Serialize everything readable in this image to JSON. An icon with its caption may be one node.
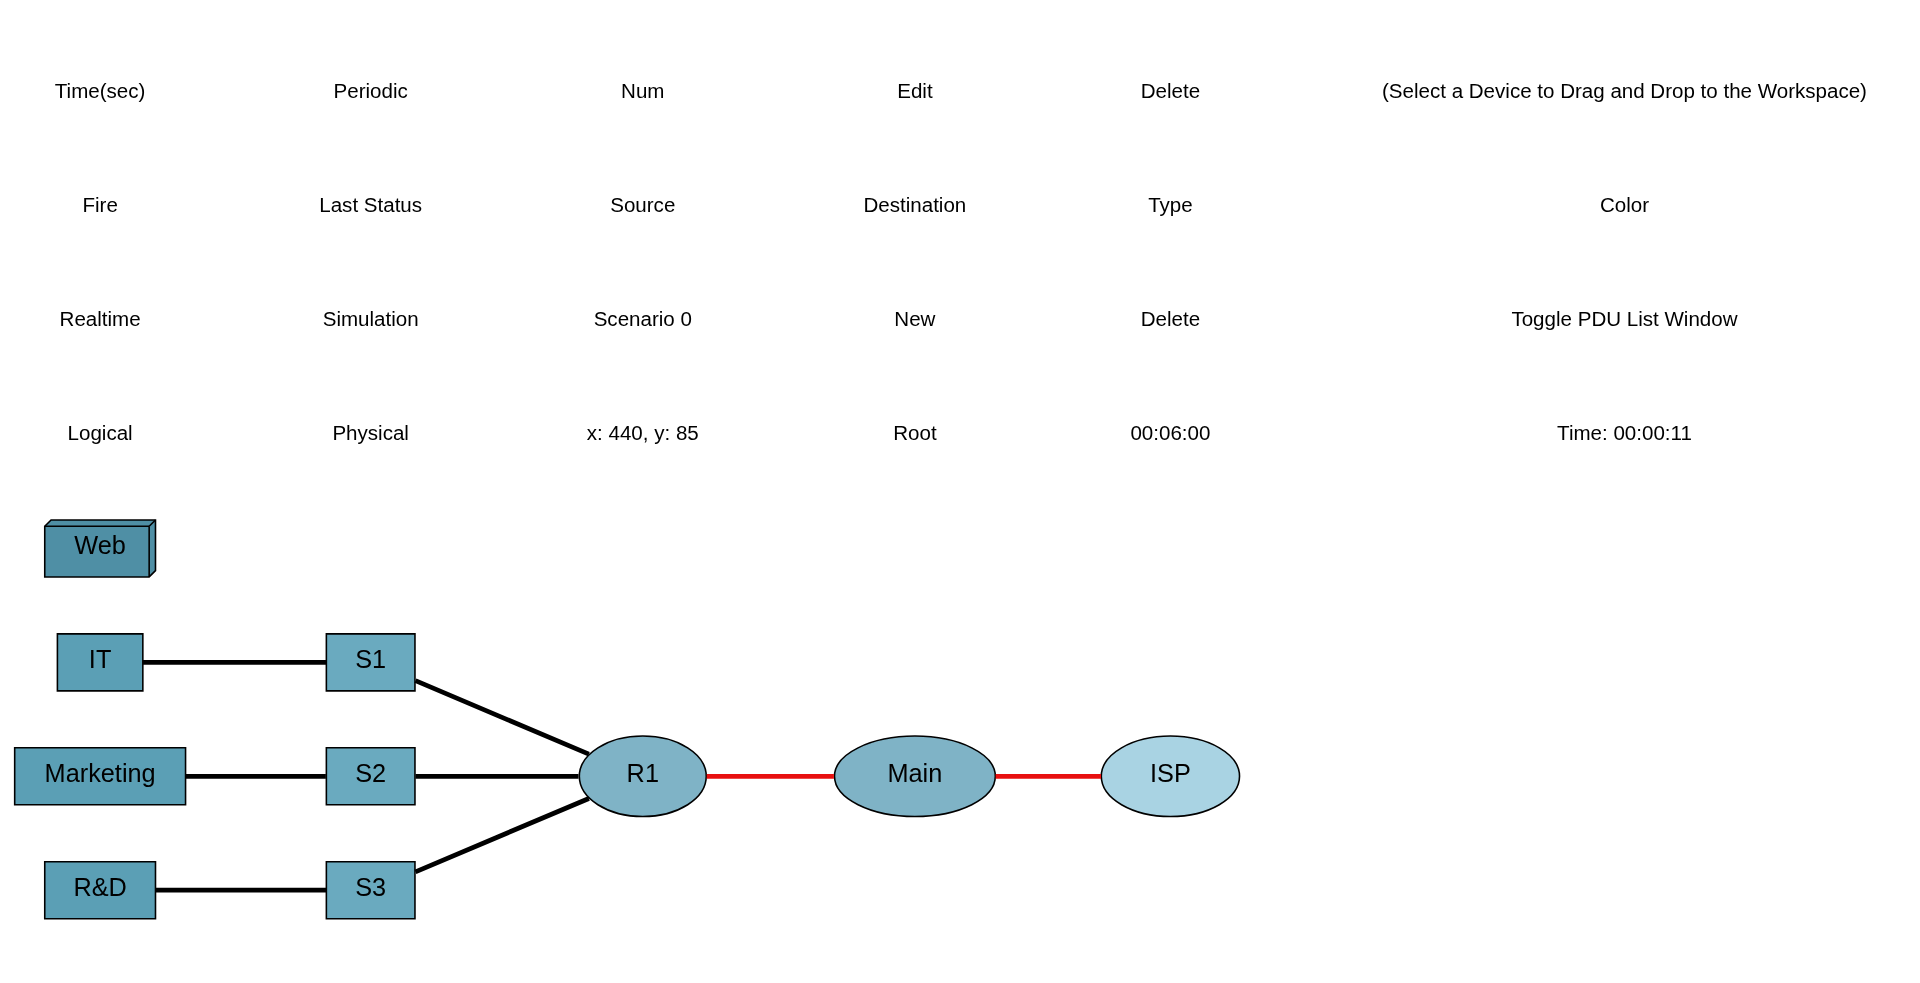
{
  "diagram": {
    "nodes": [
      {
        "text": [
          "IT"
        ]
      },
      {
        "text": [
          "S1"
        ]
      },
      {
        "text": [
          "Marketing"
        ]
      },
      {
        "text": [
          "S2"
        ]
      },
      {
        "text": [
          "R1"
        ]
      },
      {
        "text": [
          "R&D"
        ]
      },
      {
        "text": [
          "S3"
        ]
      },
      {
        "text": [
          "Main"
        ]
      },
      {
        "text": [
          "ISP"
        ]
      },
      {
        "text": [
          "Web"
        ]
      }
    ],
    "edges": [
      {
        "from": 0,
        "to": 1,
        "arrow": "none"
      },
      {
        "from": 1,
        "to": 4,
        "arrow": "none"
      },
      {
        "from": 2,
        "to": 3,
        "arrow": "none"
      },
      {
        "from": 3,
        "to": 4,
        "arrow": "none"
      },
      {
        "from": 5,
        "to": 6,
        "arrow": "none"
      },
      {
        "from": 6,
        "to": 4,
        "arrow": "none"
      },
      {
        "from": 4,
        "to": 7,
        "arrow": "none",
        "color": "#e81010"
      },
      {
        "from": 7,
        "to": 8,
        "arrow": "none",
        "color": "#e81010"
      }
    ],
    "labels": [
      "Logical",
      "Physical",
      "x: 440, y: 85",
      "Root",
      "00:06:00",
      "Time: 00:00:11",
      "Realtime",
      "Simulation",
      "Scenario 0",
      "New",
      "Delete",
      "Toggle PDU List Window",
      "Fire",
      "Last Status",
      "Source",
      "Destination",
      "Type",
      "Color",
      "Time(sec)",
      "Periodic",
      "Num",
      "Edit",
      "Delete",
      "(Select a Device to Drag and Drop to the Workspace)"
    ]
  }
}
